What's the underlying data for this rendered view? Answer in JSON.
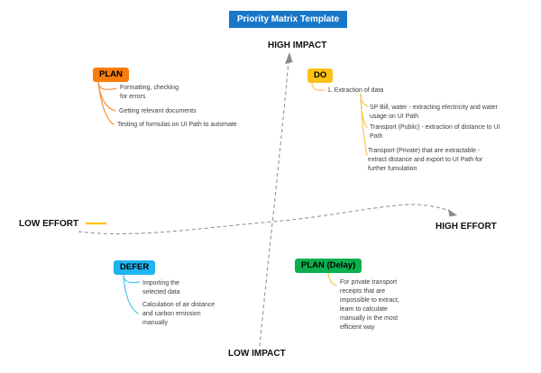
{
  "title": "Priority Matrix Template",
  "axes": {
    "top": "HIGH IMPACT",
    "bottom": "LOW IMPACT",
    "left": "LOW EFFORT",
    "right": "HIGH EFFORT"
  },
  "nodes": {
    "plan": {
      "label": "PLAN",
      "color": "#f87d0d",
      "items": [
        "Formatting, checking\nfor errors",
        "Getting relevant documents",
        "Testing of formulas on UI Path to automate"
      ]
    },
    "do": {
      "label": "DO",
      "color": "#fcc116",
      "branch": "1. Extraction of data",
      "items": [
        "SP Bill, water - extracting electricity and water\nusage on UI Path",
        "Transport (Public) - extraction of distance to UI\nPath",
        "Transport (Private) that are extractable  -\nextract distance and export to UI Path for\nfurther fumulation"
      ]
    },
    "defer": {
      "label": "DEFER",
      "color": "#1eb4f0",
      "items": [
        "Importing the\nselected data",
        "Calculation of air distance\nand carbon emission\nmanually"
      ]
    },
    "plan_delay": {
      "label": "PLAN (Delay)",
      "color": "#0cae4e",
      "items": [
        "For private transport\nreceipts that are\nimpossible to extract,\nlearn to calculate\nmanually in the most\nefficient way"
      ]
    }
  },
  "colors": {
    "title_bg": "#1878c8",
    "title_text": "#ffffff",
    "axis_line": "#8a8a8a",
    "plan_connector": "#f6923c",
    "do_connector": "#f5c84e",
    "defer_connector": "#4cc2f1",
    "plan_delay_connector": "#f5c84e",
    "low_effort_tick": "#fdc106",
    "body_text": "#3d3d3d"
  }
}
